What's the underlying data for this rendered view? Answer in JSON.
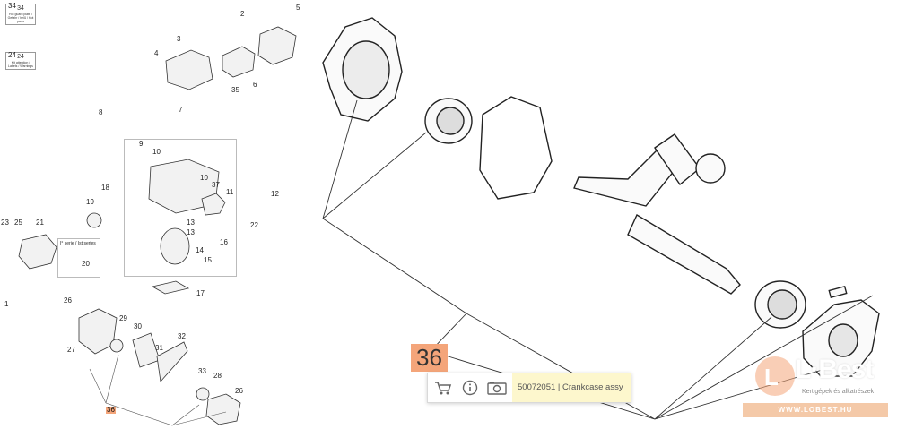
{
  "overview": {
    "labels": [
      {
        "id": "34",
        "text": "34"
      },
      {
        "id": "24",
        "text": "24"
      },
      {
        "id": "2",
        "text": "2"
      },
      {
        "id": "5",
        "text": "5"
      },
      {
        "id": "3",
        "text": "3"
      },
      {
        "id": "4",
        "text": "4"
      },
      {
        "id": "35",
        "text": "35"
      },
      {
        "id": "6",
        "text": "6"
      },
      {
        "id": "8",
        "text": "8"
      },
      {
        "id": "7",
        "text": "7"
      },
      {
        "id": "9",
        "text": "9"
      },
      {
        "id": "10a",
        "text": "10"
      },
      {
        "id": "10b",
        "text": "10"
      },
      {
        "id": "37",
        "text": "37"
      },
      {
        "id": "11",
        "text": "11"
      },
      {
        "id": "12",
        "text": "12"
      },
      {
        "id": "18",
        "text": "18"
      },
      {
        "id": "19",
        "text": "19"
      },
      {
        "id": "13a",
        "text": "13"
      },
      {
        "id": "13b",
        "text": "13"
      },
      {
        "id": "22",
        "text": "22"
      },
      {
        "id": "16",
        "text": "16"
      },
      {
        "id": "14",
        "text": "14"
      },
      {
        "id": "15",
        "text": "15"
      },
      {
        "id": "23",
        "text": "23"
      },
      {
        "id": "25",
        "text": "25"
      },
      {
        "id": "21",
        "text": "21"
      },
      {
        "id": "20",
        "text": "20"
      },
      {
        "id": "1",
        "text": "1"
      },
      {
        "id": "17",
        "text": "17"
      },
      {
        "id": "26a",
        "text": "26"
      },
      {
        "id": "29",
        "text": "29"
      },
      {
        "id": "30",
        "text": "30"
      },
      {
        "id": "27",
        "text": "27"
      },
      {
        "id": "31",
        "text": "31"
      },
      {
        "id": "32",
        "text": "32"
      },
      {
        "id": "33",
        "text": "33"
      },
      {
        "id": "28",
        "text": "28"
      },
      {
        "id": "26b",
        "text": "26"
      },
      {
        "id": "36",
        "text": "36"
      }
    ],
    "warning_34": {
      "number": "34",
      "text": "Hot guard plate / Gefahr / heiß / Hot parts"
    },
    "warning_24": {
      "number": "24",
      "text": "Kit attention / Labels / Warnings"
    },
    "serie_box": "I° serie / Ist series",
    "highlight_label": "36"
  },
  "detail": {
    "callout_number": "36",
    "toolbar": {
      "cart_icon": "cart-icon",
      "info_icon": "info-icon",
      "camera_icon": "camera-icon",
      "part_label": "50072051 | Crankcase assy"
    }
  },
  "logo": {
    "brand": "L·Best",
    "tagline": "Kertigépek és alkatrészek",
    "url": "WWW.LOBEST.HU"
  },
  "colors": {
    "highlight": "#f4a57a",
    "label_bg": "#fdf7cd",
    "logo_orange": "#f4c9a8"
  }
}
